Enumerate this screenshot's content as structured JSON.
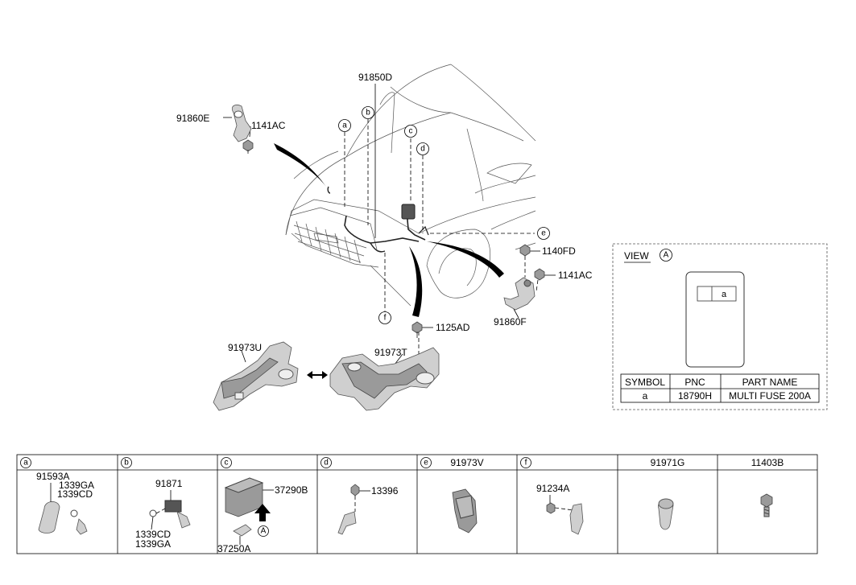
{
  "main": {
    "labels": {
      "p91850D": "91850D",
      "p91860E": "91860E",
      "p1141AC_top": "1141AC",
      "p1140FD": "1140FD",
      "p1141AC_right": "1141AC",
      "p91860F": "91860F",
      "p1125AD": "1125AD",
      "p91973U": "91973U",
      "p91973T": "91973T"
    },
    "callouts": {
      "a": "a",
      "b": "b",
      "c": "c",
      "d": "d",
      "e": "e",
      "f": "f"
    }
  },
  "view_a": {
    "title": "VIEW",
    "marker": "A",
    "slot_label": "a",
    "table": {
      "headers": [
        "SYMBOL",
        "PNC",
        "PART NAME"
      ],
      "rows": [
        [
          "a",
          "18790H",
          "MULTI FUSE 200A"
        ]
      ]
    }
  },
  "parts_table": {
    "columns": [
      {
        "letter": "a",
        "header_pnc": "",
        "parts": [
          "91593A",
          "1339GA",
          "1339CD"
        ]
      },
      {
        "letter": "b",
        "header_pnc": "",
        "parts": [
          "91871",
          "1339CD",
          "1339GA"
        ]
      },
      {
        "letter": "c",
        "header_pnc": "",
        "parts": [
          "37290B",
          "37250A"
        ],
        "marker": "A"
      },
      {
        "letter": "d",
        "header_pnc": "",
        "parts": [
          "13396"
        ]
      },
      {
        "letter": "e",
        "header_pnc": "91973V",
        "parts": []
      },
      {
        "letter": "f",
        "header_pnc": "",
        "parts": [
          "91234A"
        ]
      },
      {
        "letter": "",
        "header_pnc": "91971G",
        "parts": []
      },
      {
        "letter": "",
        "header_pnc": "11403B",
        "parts": []
      }
    ]
  }
}
